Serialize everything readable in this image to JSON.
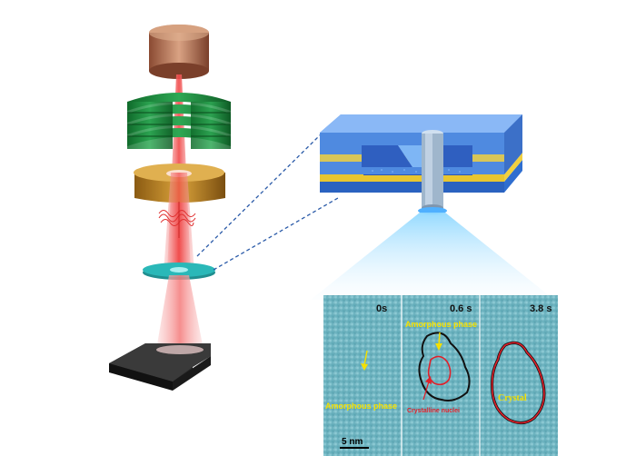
{
  "panels": [
    {
      "time": "0s"
    },
    {
      "time": "0.6 s"
    },
    {
      "time": "3.8 s"
    }
  ],
  "annotations": {
    "amorphous_phase_1": "Amorphous phase",
    "amorphous_phase_2": "Amorphous phase",
    "crystalline_nuclei": "Crystalline nuclei",
    "crystal": "Crystal"
  },
  "scale_bar": "5 nm",
  "colors": {
    "electron_gun": "#b87a5c",
    "lens_coils": "#1e8a3c",
    "condenser": "#c8902a",
    "beam": "#f06a6a",
    "sample_disc": "#2aa8a8",
    "cell_blue": "#3a7bd5",
    "cell_yellow": "#f0d040",
    "tem_background": "#6fb8c4",
    "outline_black": "#111111",
    "outline_red": "#e0202a"
  }
}
